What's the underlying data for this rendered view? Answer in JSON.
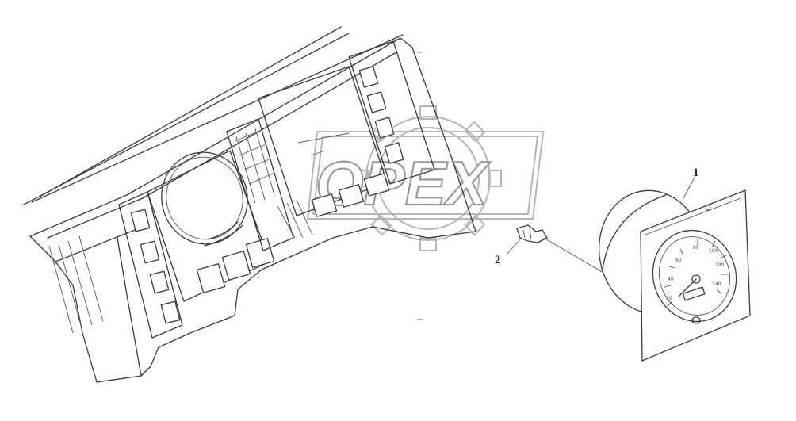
{
  "watermark": {
    "text": "OPEX"
  },
  "callouts": [
    {
      "id": "1",
      "label": "1"
    },
    {
      "id": "2",
      "label": "2"
    }
  ],
  "dial": {
    "scale_labels": [
      "20",
      "40",
      "60",
      "80",
      "100",
      "120",
      "140"
    ]
  },
  "colors": {
    "line": "#3a3a3a",
    "watermark": "#b5b5b5",
    "background": "#ffffff"
  }
}
